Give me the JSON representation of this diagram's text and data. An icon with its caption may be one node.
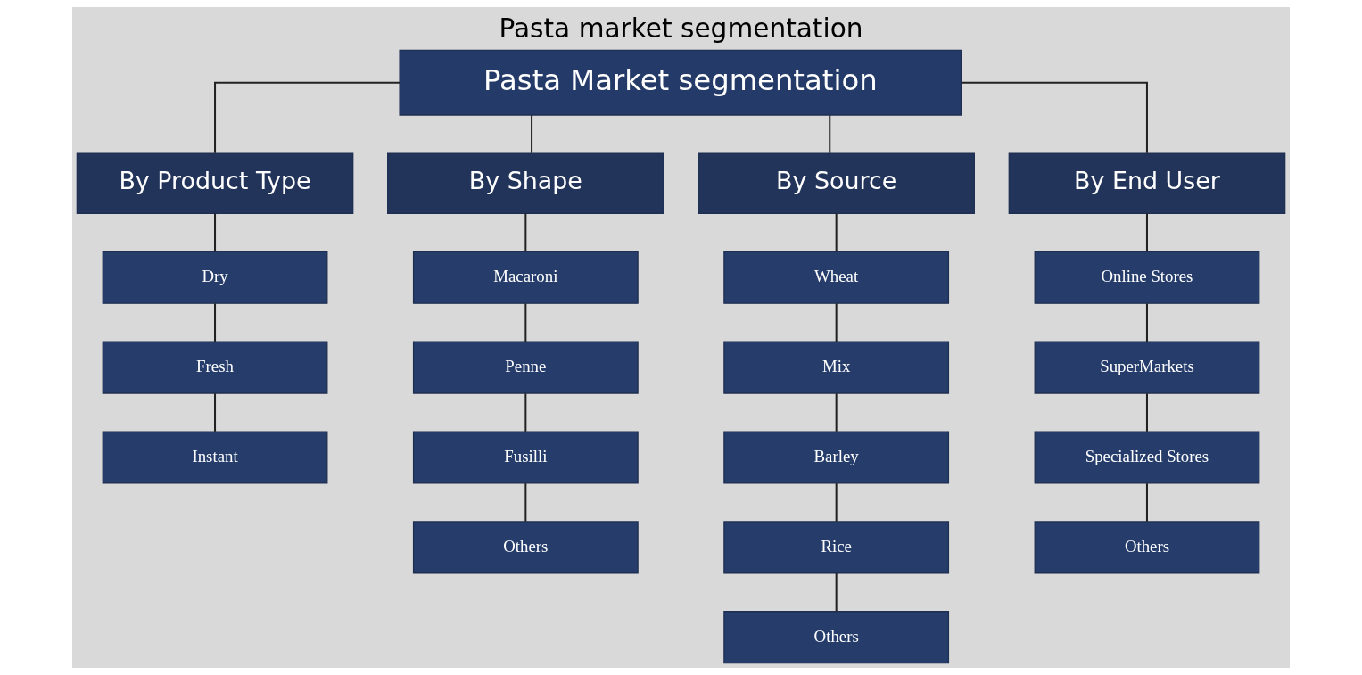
{
  "diagram": {
    "title": "Pasta market segmentation",
    "nodes": [
      {
        "text": [
          "Pasta Market segmentation"
        ]
      },
      {
        "text": [
          "By Product Type"
        ]
      },
      {
        "text": [
          "By Shape"
        ]
      },
      {
        "text": [
          "By Source"
        ]
      },
      {
        "text": [
          "By End User"
        ]
      },
      {
        "text": [
          "Dry"
        ]
      },
      {
        "text": [
          "Macaroni"
        ]
      },
      {
        "text": [
          "Wheat"
        ]
      },
      {
        "text": [
          "Online Stores"
        ]
      },
      {
        "text": [
          "Fresh"
        ]
      },
      {
        "text": [
          "Penne"
        ]
      },
      {
        "text": [
          "Mix"
        ]
      },
      {
        "text": [
          "SuperMarkets"
        ]
      },
      {
        "text": [
          "Instant"
        ]
      },
      {
        "text": [
          "Fusilli"
        ]
      },
      {
        "text": [
          "Barley"
        ]
      },
      {
        "text": [
          "Specialized Stores"
        ]
      },
      {
        "text": [
          "Others"
        ]
      },
      {
        "text": [
          "Rice"
        ]
      },
      {
        "text": [
          "Others"
        ]
      },
      {
        "text": [
          "Others"
        ]
      }
    ],
    "edges": [
      {
        "from": 0,
        "to": 1,
        "arrow": "none"
      },
      {
        "from": 0,
        "to": 2,
        "arrow": "none"
      },
      {
        "from": 0,
        "to": 3,
        "arrow": "none"
      },
      {
        "from": 0,
        "to": 4,
        "arrow": "none"
      },
      {
        "from": 1,
        "to": 5,
        "arrow": "none"
      },
      {
        "from": 5,
        "to": 9,
        "arrow": "none"
      },
      {
        "from": 9,
        "to": 13,
        "arrow": "none"
      },
      {
        "from": 2,
        "to": 6,
        "arrow": "none"
      },
      {
        "from": 6,
        "to": 10,
        "arrow": "none"
      },
      {
        "from": 10,
        "to": 14,
        "arrow": "none"
      },
      {
        "from": 14,
        "to": 17,
        "arrow": "none"
      },
      {
        "from": 3,
        "to": 7,
        "arrow": "none"
      },
      {
        "from": 7,
        "to": 11,
        "arrow": "none"
      },
      {
        "from": 11,
        "to": 15,
        "arrow": "none"
      },
      {
        "from": 15,
        "to": 18,
        "arrow": "none"
      },
      {
        "from": 18,
        "to": 20,
        "arrow": "none"
      },
      {
        "from": 4,
        "to": 8,
        "arrow": "none"
      },
      {
        "from": 8,
        "to": 12,
        "arrow": "none"
      },
      {
        "from": 12,
        "to": 16,
        "arrow": "none"
      },
      {
        "from": 16,
        "to": 19,
        "arrow": "none"
      }
    ]
  }
}
